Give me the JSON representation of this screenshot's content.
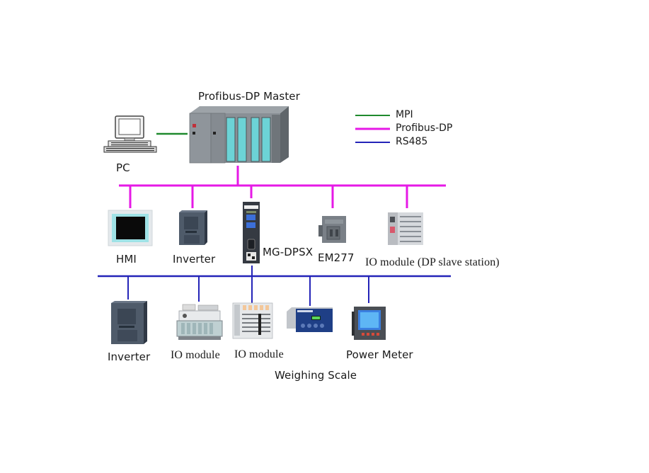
{
  "title": "Profibus-DP Master",
  "colors": {
    "mpi": "#1f8a2e",
    "profibus": "#e619e6",
    "rs485": "#2424b8",
    "background": "#ffffff"
  },
  "legend": [
    {
      "key": "mpi",
      "label": "MPI"
    },
    {
      "key": "profibus",
      "label": "Profibus-DP"
    },
    {
      "key": "rs485",
      "label": "RS485"
    }
  ],
  "master": {
    "label": "Profibus-DP Master",
    "icon": "plc-rack-icon"
  },
  "pc": {
    "label": "PC",
    "icon": "computer-icon",
    "link": "mpi"
  },
  "profibus_devices": [
    {
      "label": "HMI",
      "icon": "hmi-panel-icon"
    },
    {
      "label": "Inverter",
      "icon": "inverter-icon"
    },
    {
      "label": "MG-DPSX",
      "icon": "gateway-icon"
    },
    {
      "label": "EM277",
      "icon": "em277-module-icon"
    },
    {
      "label": "IO module (DP slave station)",
      "icon": "io-module-icon"
    }
  ],
  "rs485_devices": [
    {
      "label": "Inverter",
      "icon": "inverter-icon"
    },
    {
      "label": "IO module",
      "icon": "io-module-icon"
    },
    {
      "label": "IO module",
      "icon": "io-module-icon"
    },
    {
      "label": "Weighing Scale",
      "icon": "weighing-scale-icon"
    },
    {
      "label": "Power Meter",
      "icon": "power-meter-icon"
    }
  ]
}
